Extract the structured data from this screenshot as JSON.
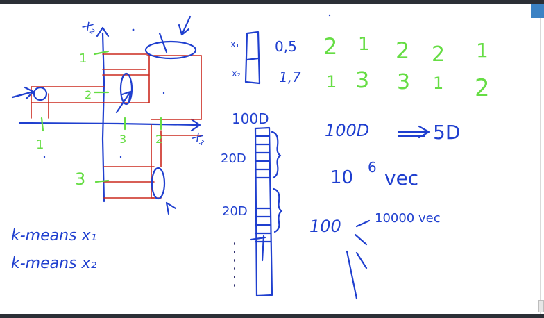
{
  "toolbar": {
    "corner_button_icon": "minus-icon"
  },
  "diagram": {
    "axis_x1": "X₁",
    "axis_x2": "X₂",
    "left_labels": [
      "1",
      "2",
      "3"
    ],
    "bottom_labels": [
      "1",
      "3",
      "2"
    ]
  },
  "vector_table": {
    "row1_label": "x₁",
    "row1_value": "0,5",
    "row1_digits": [
      "2",
      "1",
      "2",
      "2",
      "1"
    ],
    "row2_label": "x₂",
    "row2_value": "1,7",
    "row2_digits": [
      "1",
      "3",
      "3",
      "1",
      "2"
    ]
  },
  "stack": {
    "top_label": "100D",
    "seg1_label": "20D",
    "seg2_label": "20D"
  },
  "notes": {
    "reduction_from": "100D",
    "reduction_to": "5D",
    "count_base": "10",
    "count_exp": "6",
    "count_unit": "vec",
    "cluster_count": "100",
    "cluster_vectors": "10000 vec",
    "kmeans_1": "k-means x₁",
    "kmeans_2": "k-means x₂"
  },
  "colors": {
    "ink_blue": "#1f3fcf",
    "ink_green": "#66dd44",
    "ink_red": "#cc2a1f"
  }
}
